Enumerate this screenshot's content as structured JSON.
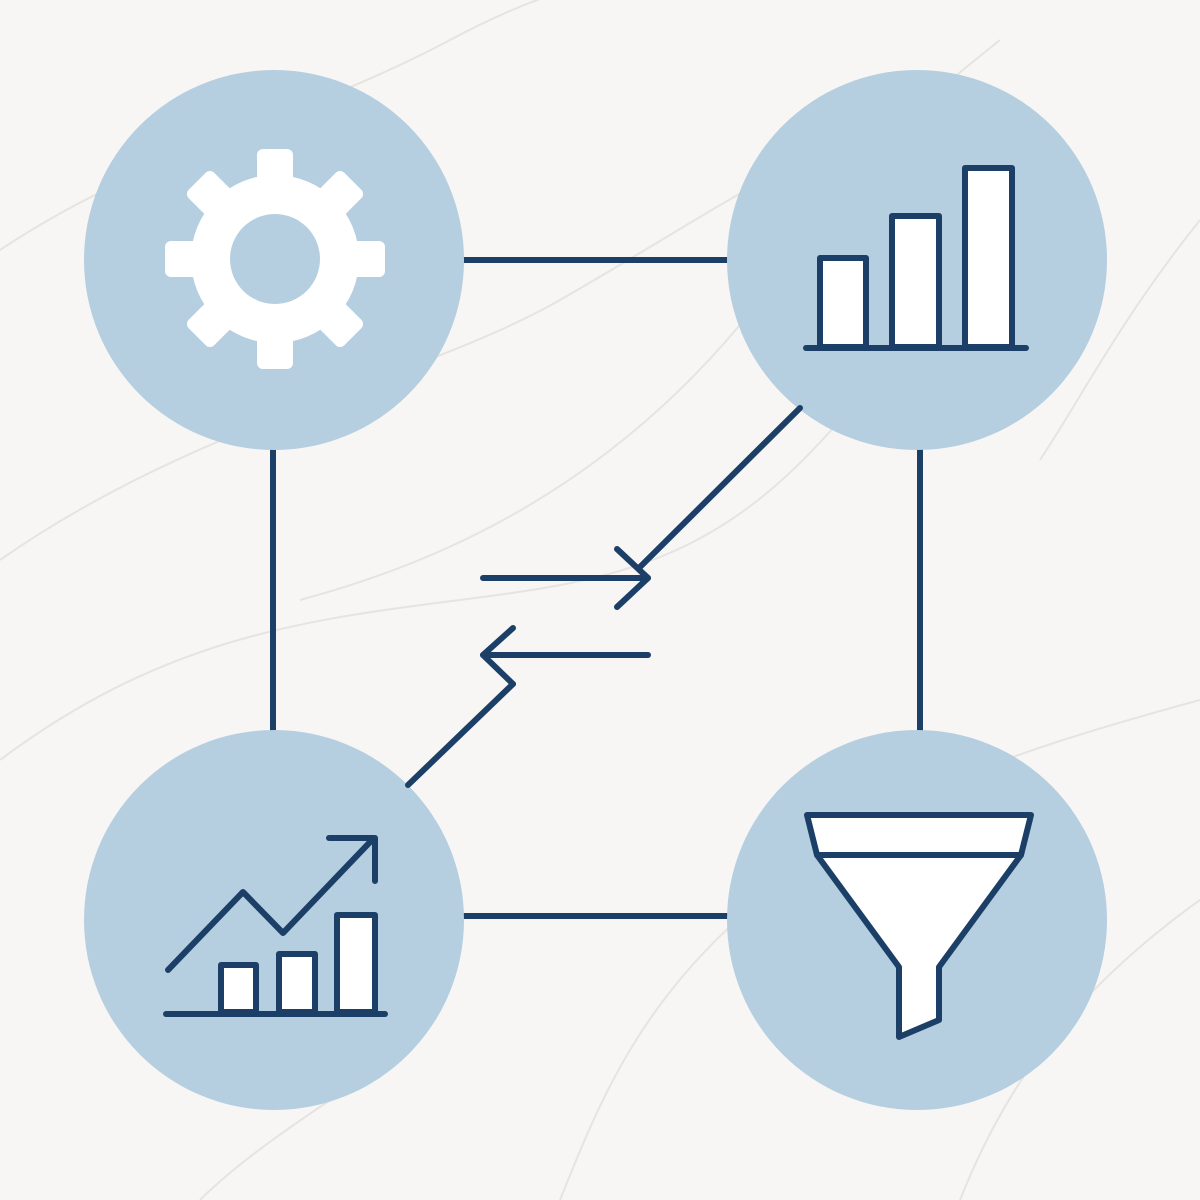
{
  "diagram": {
    "colors": {
      "background": "#f7f6f4",
      "background_waves": "#e6e4e0",
      "node_fill": "#b5cfe0",
      "stroke": "#1b3f66",
      "icon_light": "#ffffff"
    },
    "nodes": [
      {
        "id": "settings",
        "icon": "gear-icon"
      },
      {
        "id": "analytics",
        "icon": "bar-chart-icon"
      },
      {
        "id": "growth",
        "icon": "growth-chart-icon"
      },
      {
        "id": "filter",
        "icon": "funnel-icon"
      }
    ],
    "edges": [
      {
        "from": "settings",
        "to": "analytics",
        "style": "line"
      },
      {
        "from": "settings",
        "to": "growth",
        "style": "line"
      },
      {
        "from": "analytics",
        "to": "filter",
        "style": "line"
      },
      {
        "from": "growth",
        "to": "filter",
        "style": "line"
      },
      {
        "from": "analytics",
        "to": "center",
        "style": "arrow"
      },
      {
        "from": "center",
        "to": "growth",
        "style": "arrow"
      }
    ],
    "center_icon": "exchange-arrows-icon"
  }
}
